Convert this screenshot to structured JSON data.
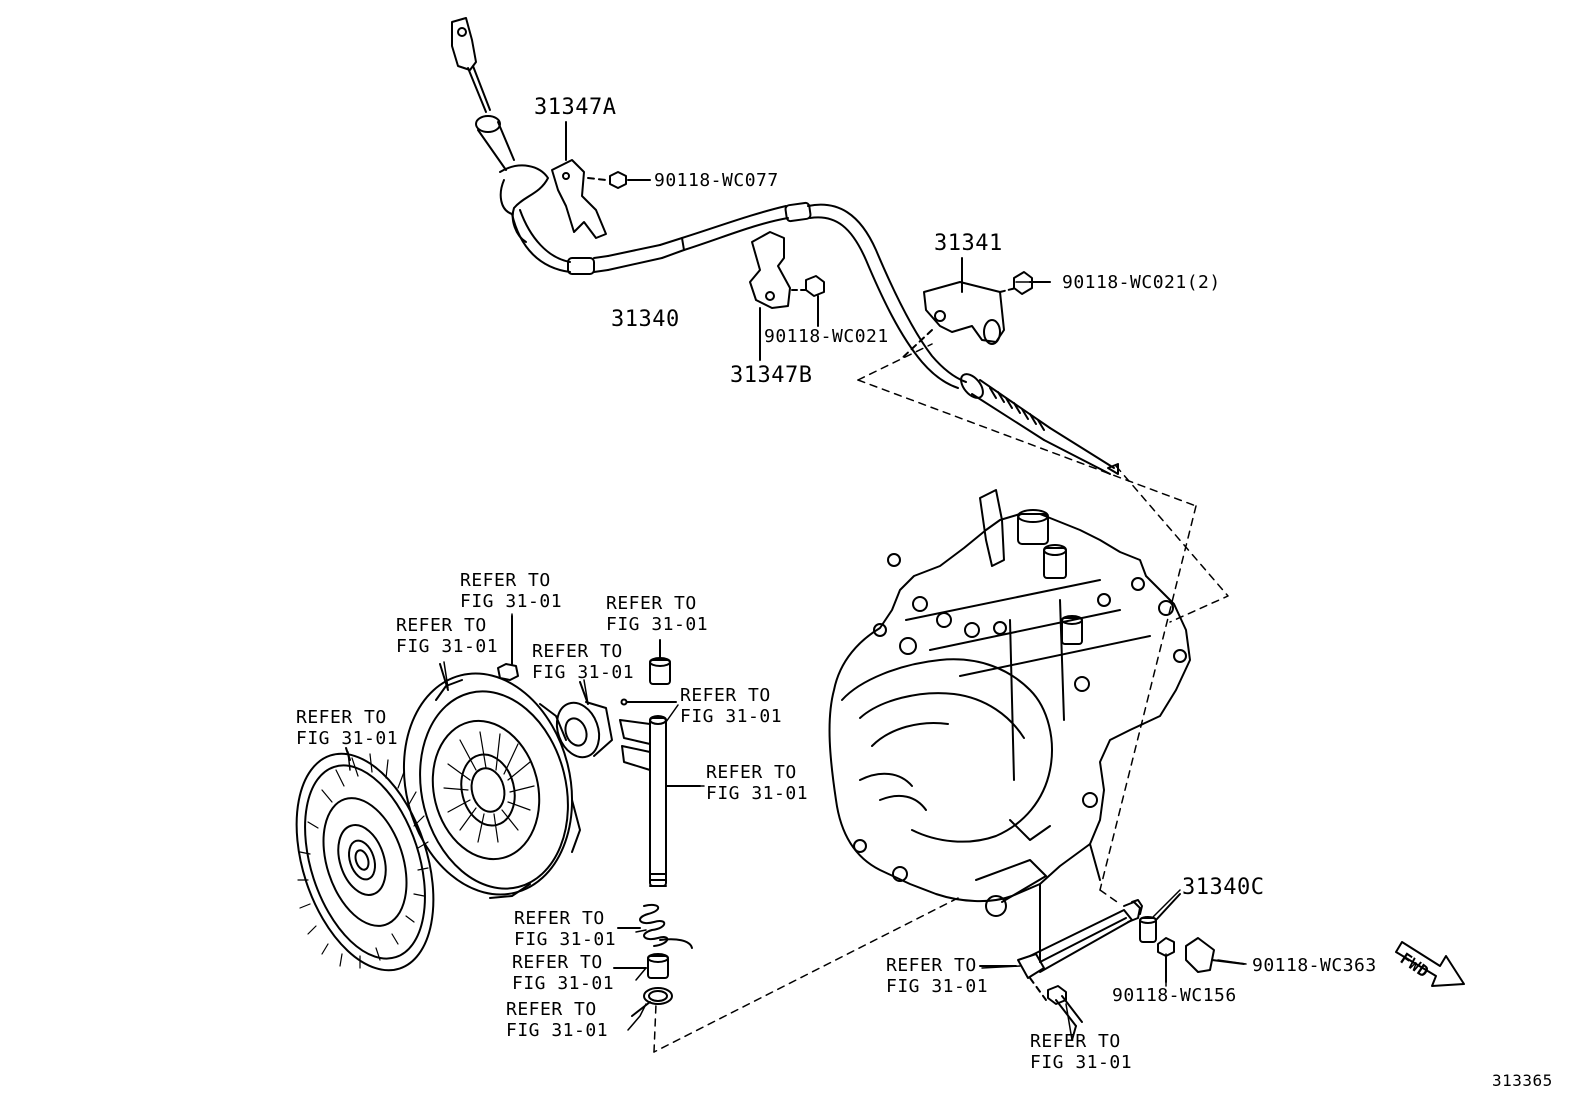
{
  "parts": {
    "p31347A": "31347A",
    "p90118_WC077": "90118-WC077",
    "p31340": "31340",
    "p31341": "31341",
    "p90118_WC021_2": "90118-WC021(2)",
    "p90118_WC021": "90118-WC021",
    "p31347B": "31347B",
    "p31340C": "31340C",
    "p90118_WC363": "90118-WC363",
    "p90118_WC156": "90118-WC156"
  },
  "refer": {
    "line1": "REFER TO",
    "line2": "FIG 31-01"
  },
  "diagram_code": "313365",
  "fwd_label": "FWD",
  "colors": {
    "ink": "#000000",
    "paper": "#ffffff"
  }
}
